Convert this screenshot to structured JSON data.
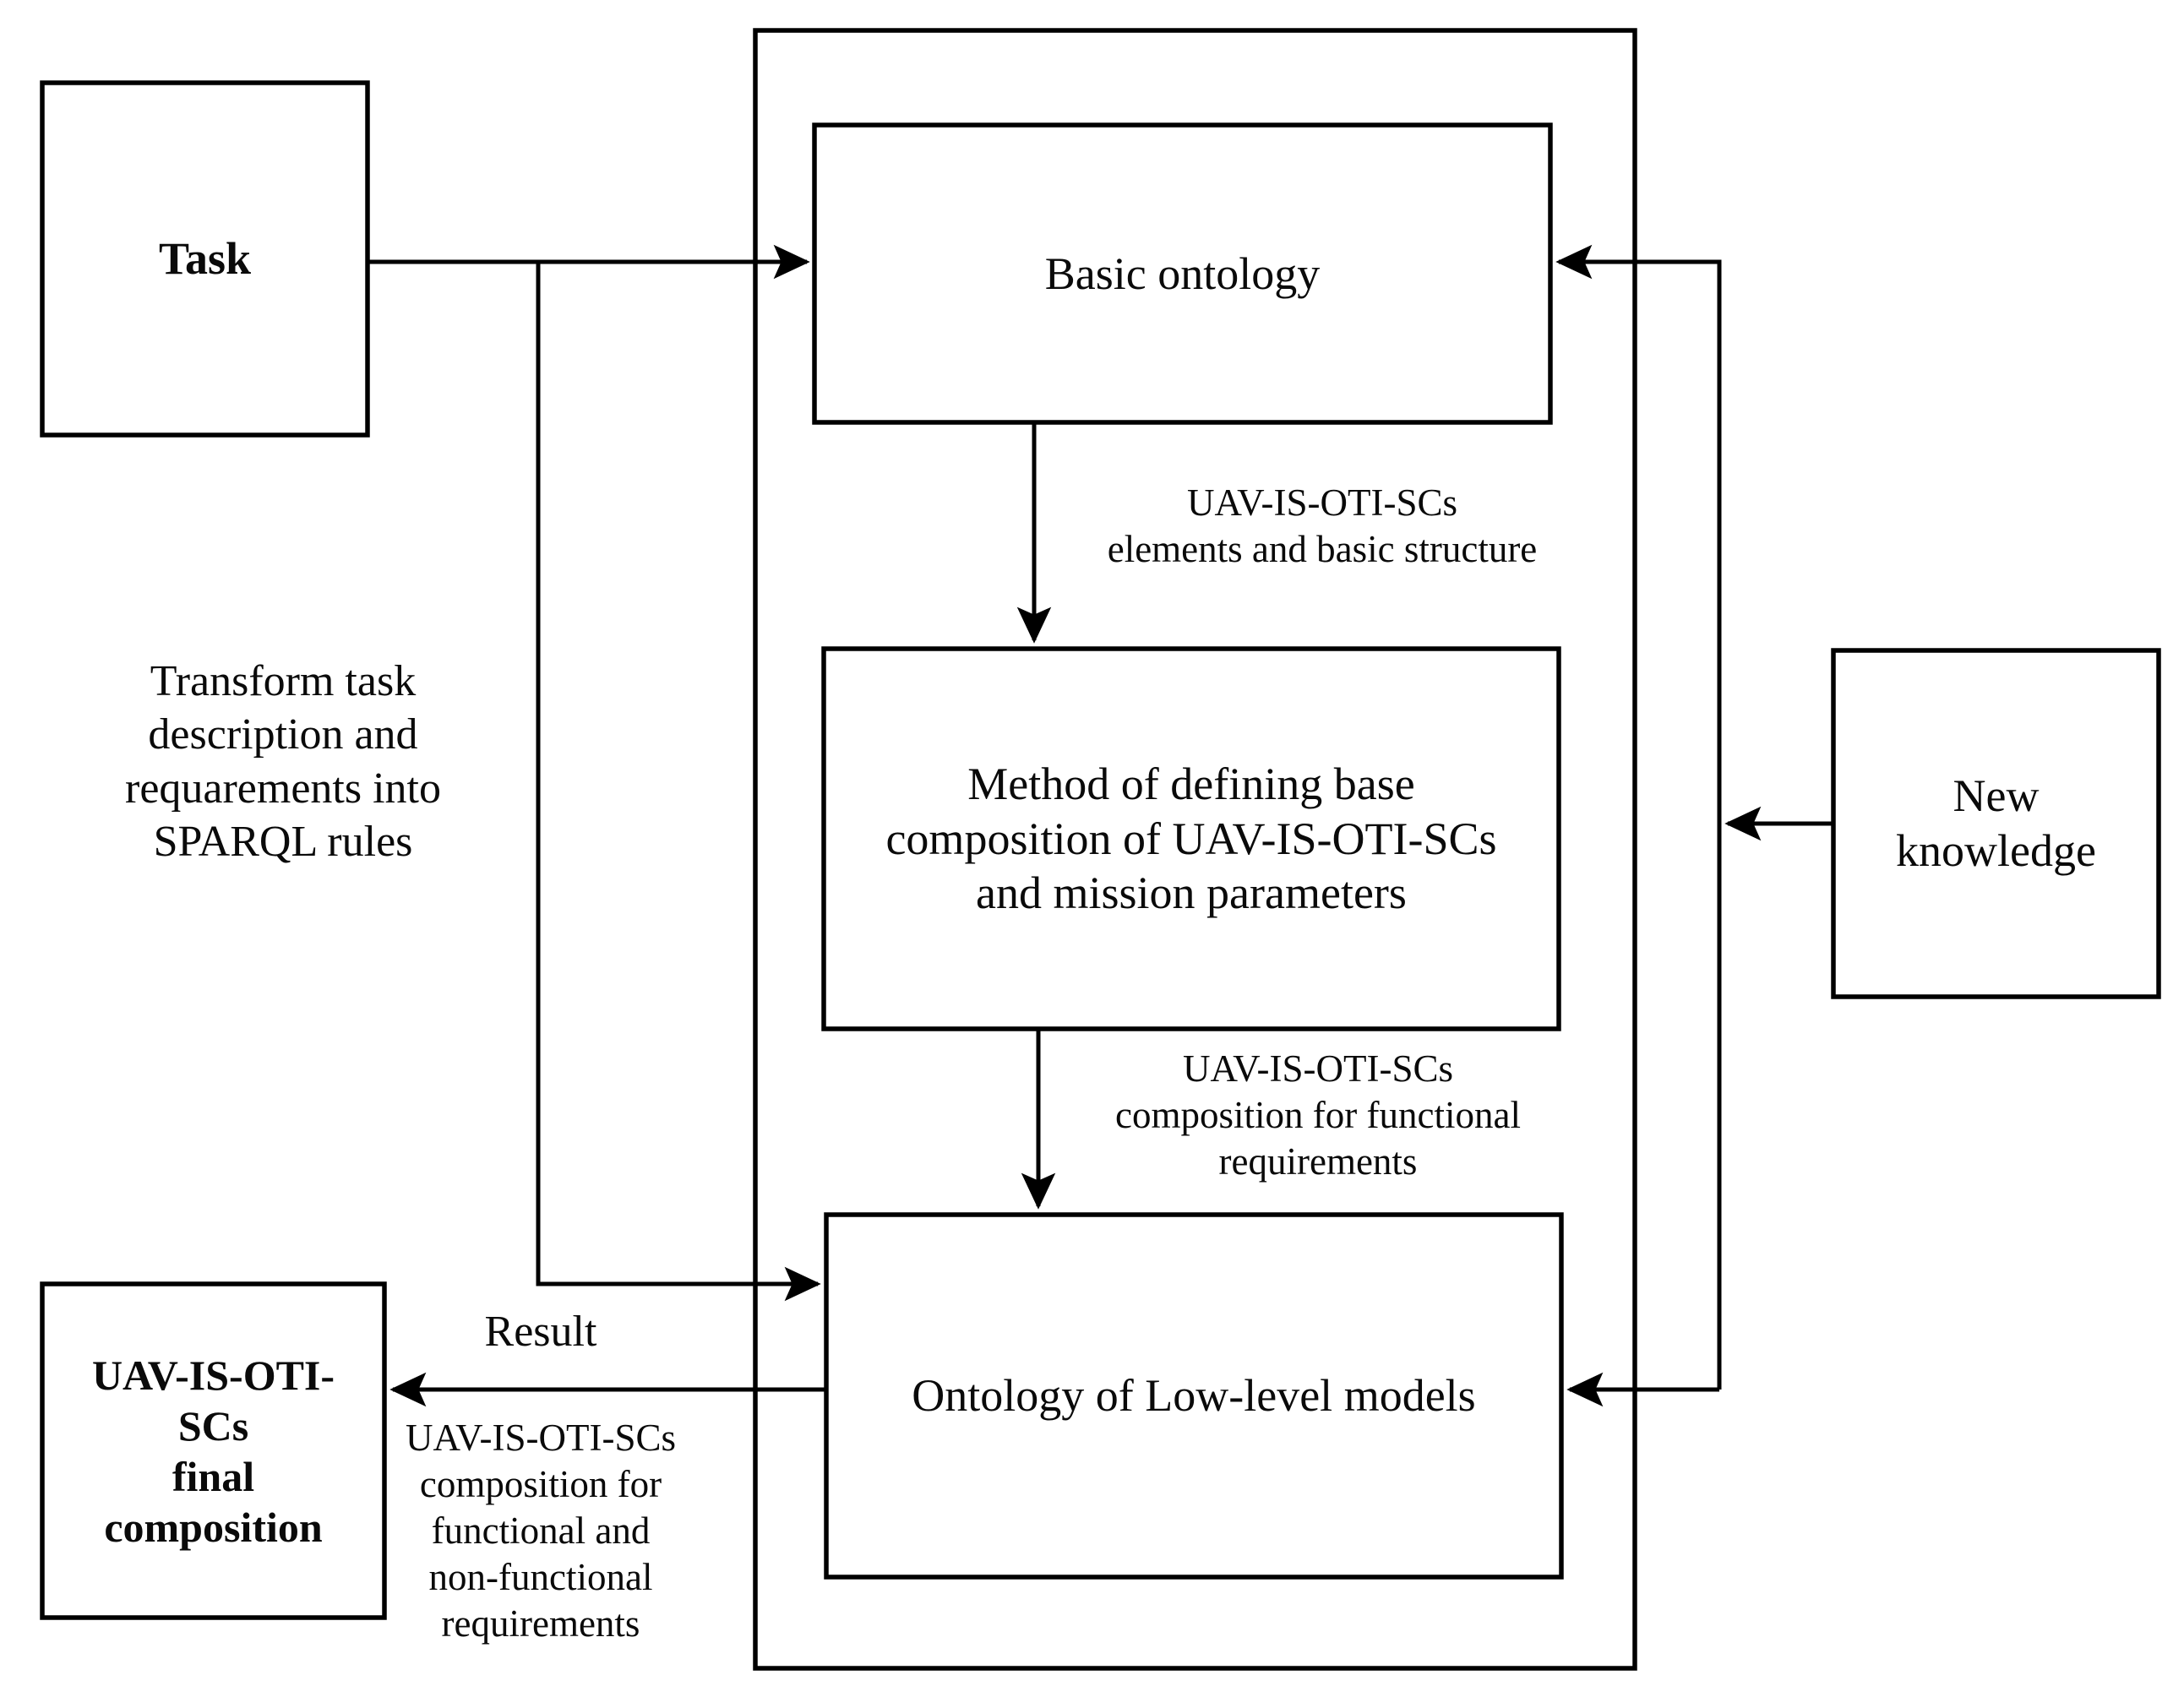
{
  "diagram": {
    "title_visible": false,
    "boxes": {
      "task": {
        "label": "Task",
        "bold": true
      },
      "basic_ontology": {
        "label": "Basic ontology",
        "bold": false
      },
      "method": {
        "label": "Method of defining base\ncomposition of UAV-IS-OTI-SCs\nand mission parameters",
        "bold": false
      },
      "low_level": {
        "label": "Ontology of Low-level models",
        "bold": false
      },
      "final_composition": {
        "label": "UAV-IS-OTI-\nSCs\nfinal\ncomposition",
        "bold": true
      },
      "new_knowledge": {
        "label": "New\nknowledge",
        "bold": false
      }
    },
    "edge_labels": {
      "transform": "Transform task\ndescription and\nrequarements into\nSPARQL rules",
      "elements_basic_structure": "UAV-IS-OTI-SCs\nelements and basic structure",
      "composition_functional": "UAV-IS-OTI-SCs\ncomposition for functional\nrequirements",
      "result": "Result",
      "composition_func_nonfunc": "UAV-IS-OTI-SCs\ncomposition for\nfunctional and\nnon-functional\nrequirements"
    },
    "colors": {
      "stroke": "#000000",
      "background": "#ffffff",
      "text": "#0a0a0a"
    }
  }
}
